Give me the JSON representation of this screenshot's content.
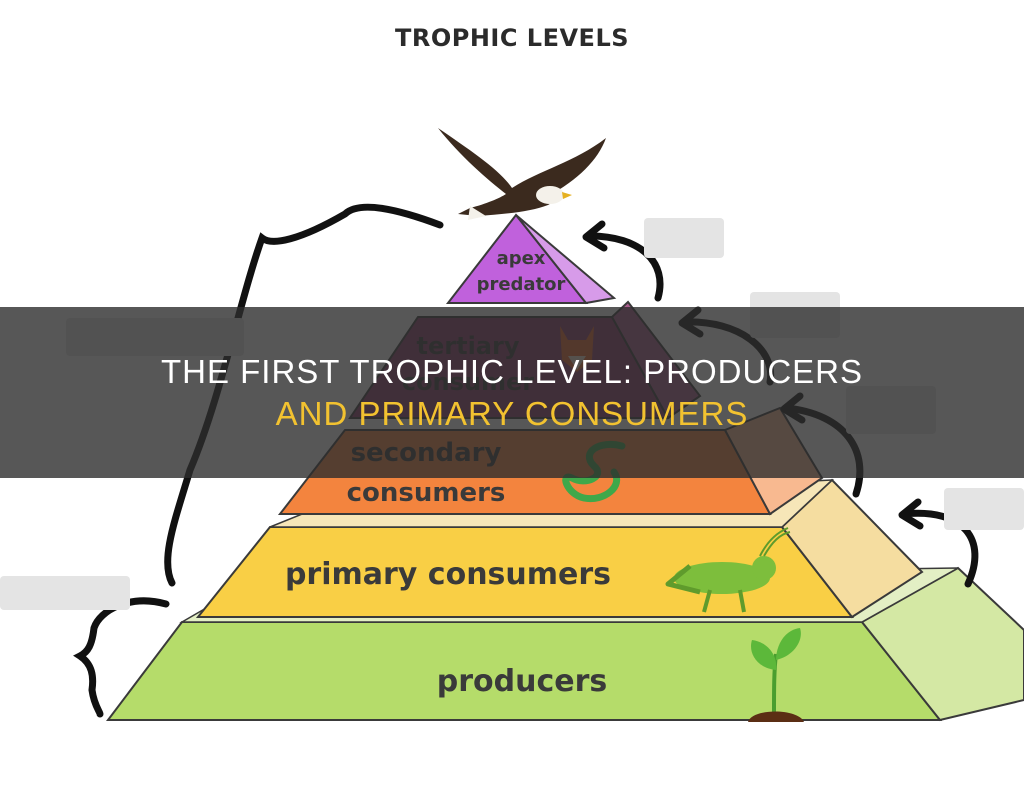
{
  "diagram": {
    "title": "TROPHIC LEVELS",
    "levels": [
      {
        "id": "apex",
        "label_line1": "apex",
        "label_line2": "predator",
        "icon": "eagle-icon",
        "color": "#c061dc"
      },
      {
        "id": "tertiary",
        "label_line1": "tertiary",
        "label_line2": "consumer",
        "icon": "fox-icon",
        "color": "#8b3a6b"
      },
      {
        "id": "secondary",
        "label_line1": "secondary",
        "label_line2": "consumers",
        "icon": "snake-icon",
        "color": "#f3843e"
      },
      {
        "id": "primary",
        "label_line1": "primary consumers",
        "icon": "grasshopper-icon",
        "color": "#f9cf45"
      },
      {
        "id": "producers",
        "label_line1": "producers",
        "icon": "sprout-icon",
        "color": "#b5dc6a"
      }
    ]
  },
  "banner": {
    "line1": "THE FIRST TROPHIC LEVEL: PRODUCERS",
    "line2": "AND PRIMARY CONSUMERS",
    "accent_color": "#f2c230"
  }
}
